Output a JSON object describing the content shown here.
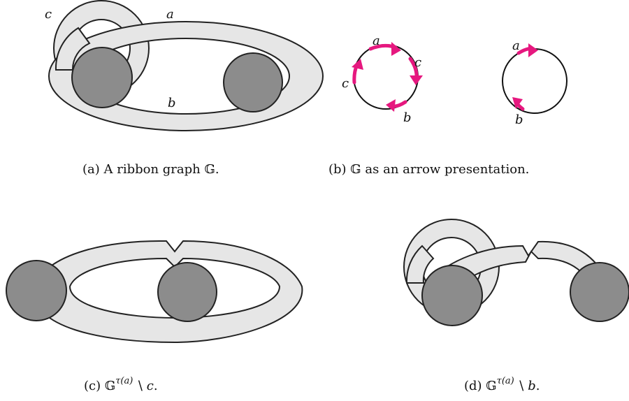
{
  "labels": {
    "a": "a",
    "b": "b",
    "c": "c"
  },
  "captions": {
    "a": {
      "prefix": "(a) A ribbon graph ",
      "G": "𝔾",
      "suffix": "."
    },
    "b": {
      "prefix": "(b) ",
      "G": "𝔾",
      "suffix": " as an arrow presentation."
    },
    "c": {
      "prefix": "(c) ",
      "G": "𝔾",
      "sup": "τ(a)",
      "setminus": "∖",
      "var": "c",
      "suffix": "."
    },
    "d": {
      "prefix": "(d) ",
      "G": "𝔾",
      "sup": "τ(a)",
      "setminus": "∖",
      "var": "b",
      "suffix": "."
    }
  },
  "colors": {
    "ribbon": "#e6e6e6",
    "vertex": "#8c8c8c",
    "outline": "#222222",
    "arrow": "#e6187f"
  }
}
